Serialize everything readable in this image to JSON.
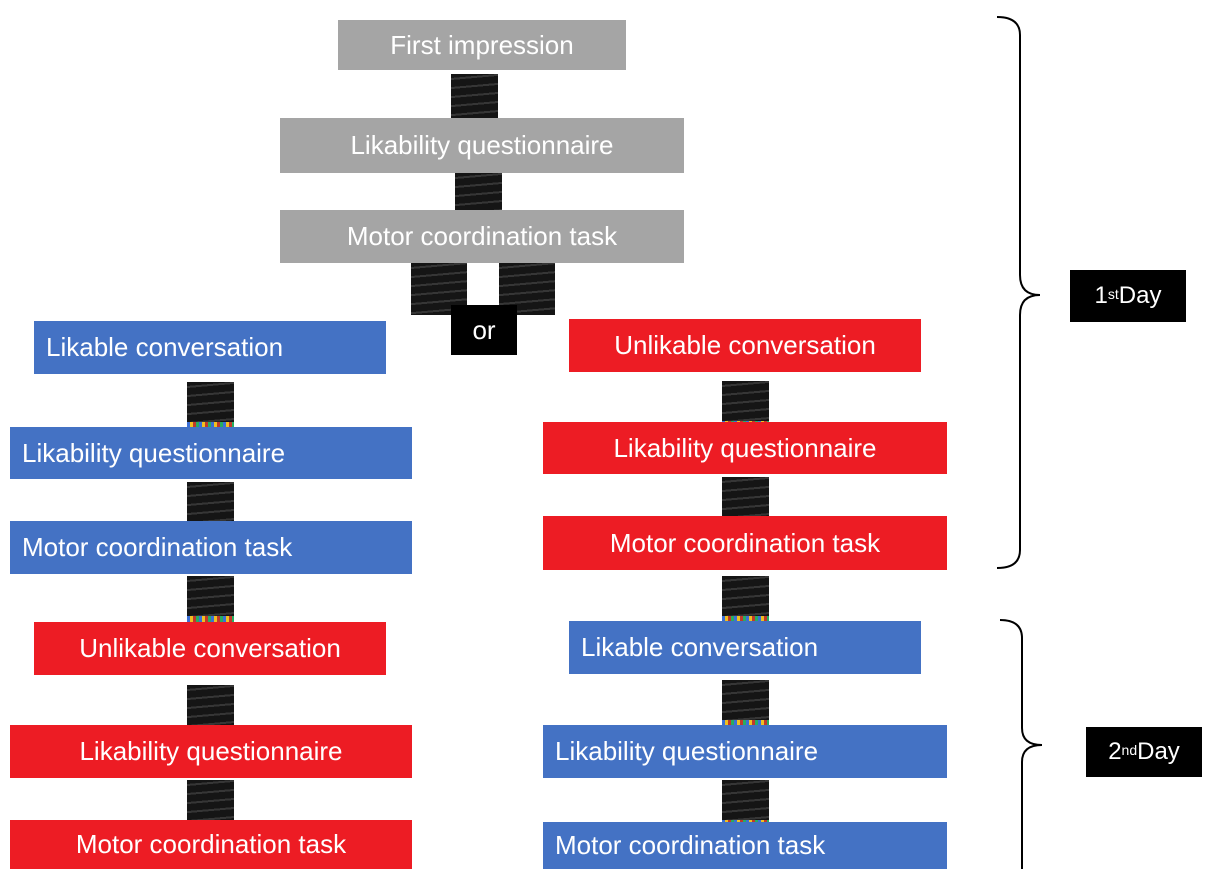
{
  "top_flow": {
    "first_impression": "First impression",
    "likability_questionnaire": "Likability questionnaire",
    "motor_coordination_task": "Motor coordination task"
  },
  "or_label": "or",
  "left_branch": {
    "day1": {
      "conversation": "Likable conversation",
      "questionnaire": "Likability questionnaire",
      "motor_task": "Motor coordination task"
    },
    "day2": {
      "conversation": "Unlikable conversation",
      "questionnaire": "Likability questionnaire",
      "motor_task": "Motor coordination task"
    }
  },
  "right_branch": {
    "day1": {
      "conversation": "Unlikable conversation",
      "questionnaire": "Likability questionnaire",
      "motor_task": "Motor coordination task"
    },
    "day2": {
      "conversation": "Likable conversation",
      "questionnaire": "Likability questionnaire",
      "motor_task": "Motor coordination task"
    }
  },
  "days": {
    "day1_number": "1",
    "day1_suffix": "st",
    "day1_word": " Day",
    "day2_number": "2",
    "day2_suffix": "nd",
    "day2_word": " Day"
  },
  "colors": {
    "gray": "#a5a5a5",
    "blue": "#4472c4",
    "red": "#ed1c24"
  }
}
